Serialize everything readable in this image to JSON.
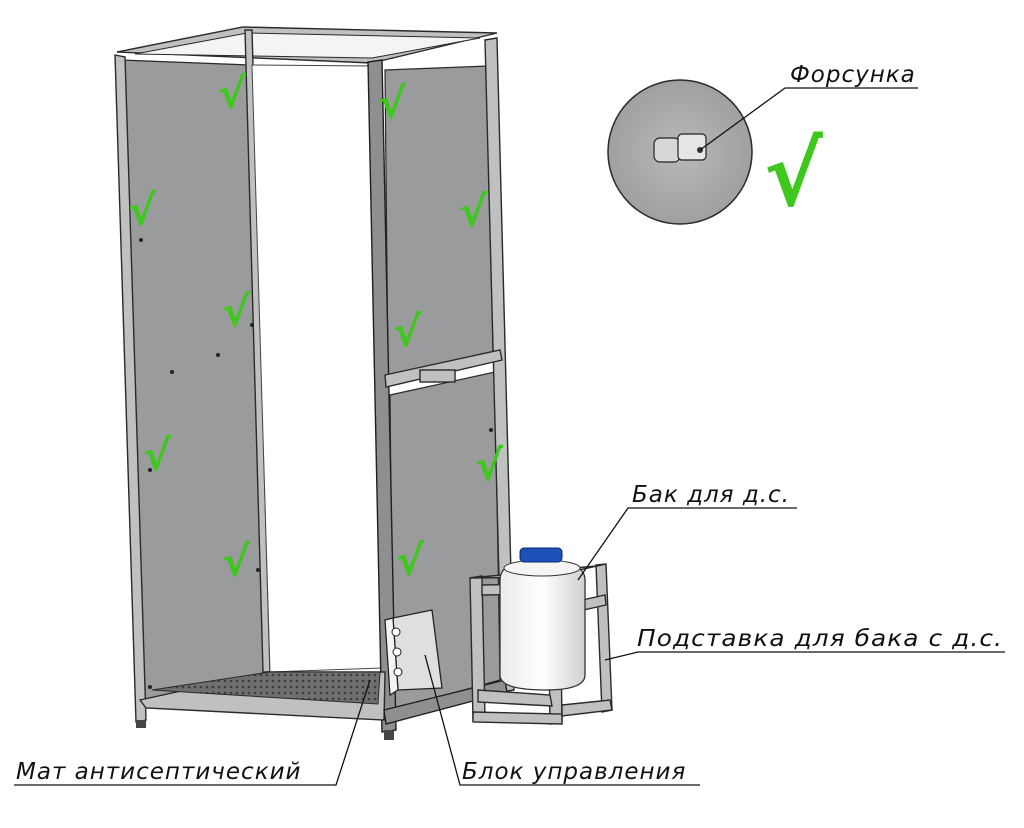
{
  "callouts": {
    "nozzle": "Форсунка",
    "tank": "Бак для д.с.",
    "stand": "Подставка для бака с д.с.",
    "control_unit": "Блок управления",
    "mat": "Мат антисептический"
  },
  "check_glyph": "√",
  "colors": {
    "check": "#3ec81e",
    "panel": "#9a9b9c",
    "frame": "#bfc0c0",
    "tank_cap": "#1f4fb8"
  }
}
